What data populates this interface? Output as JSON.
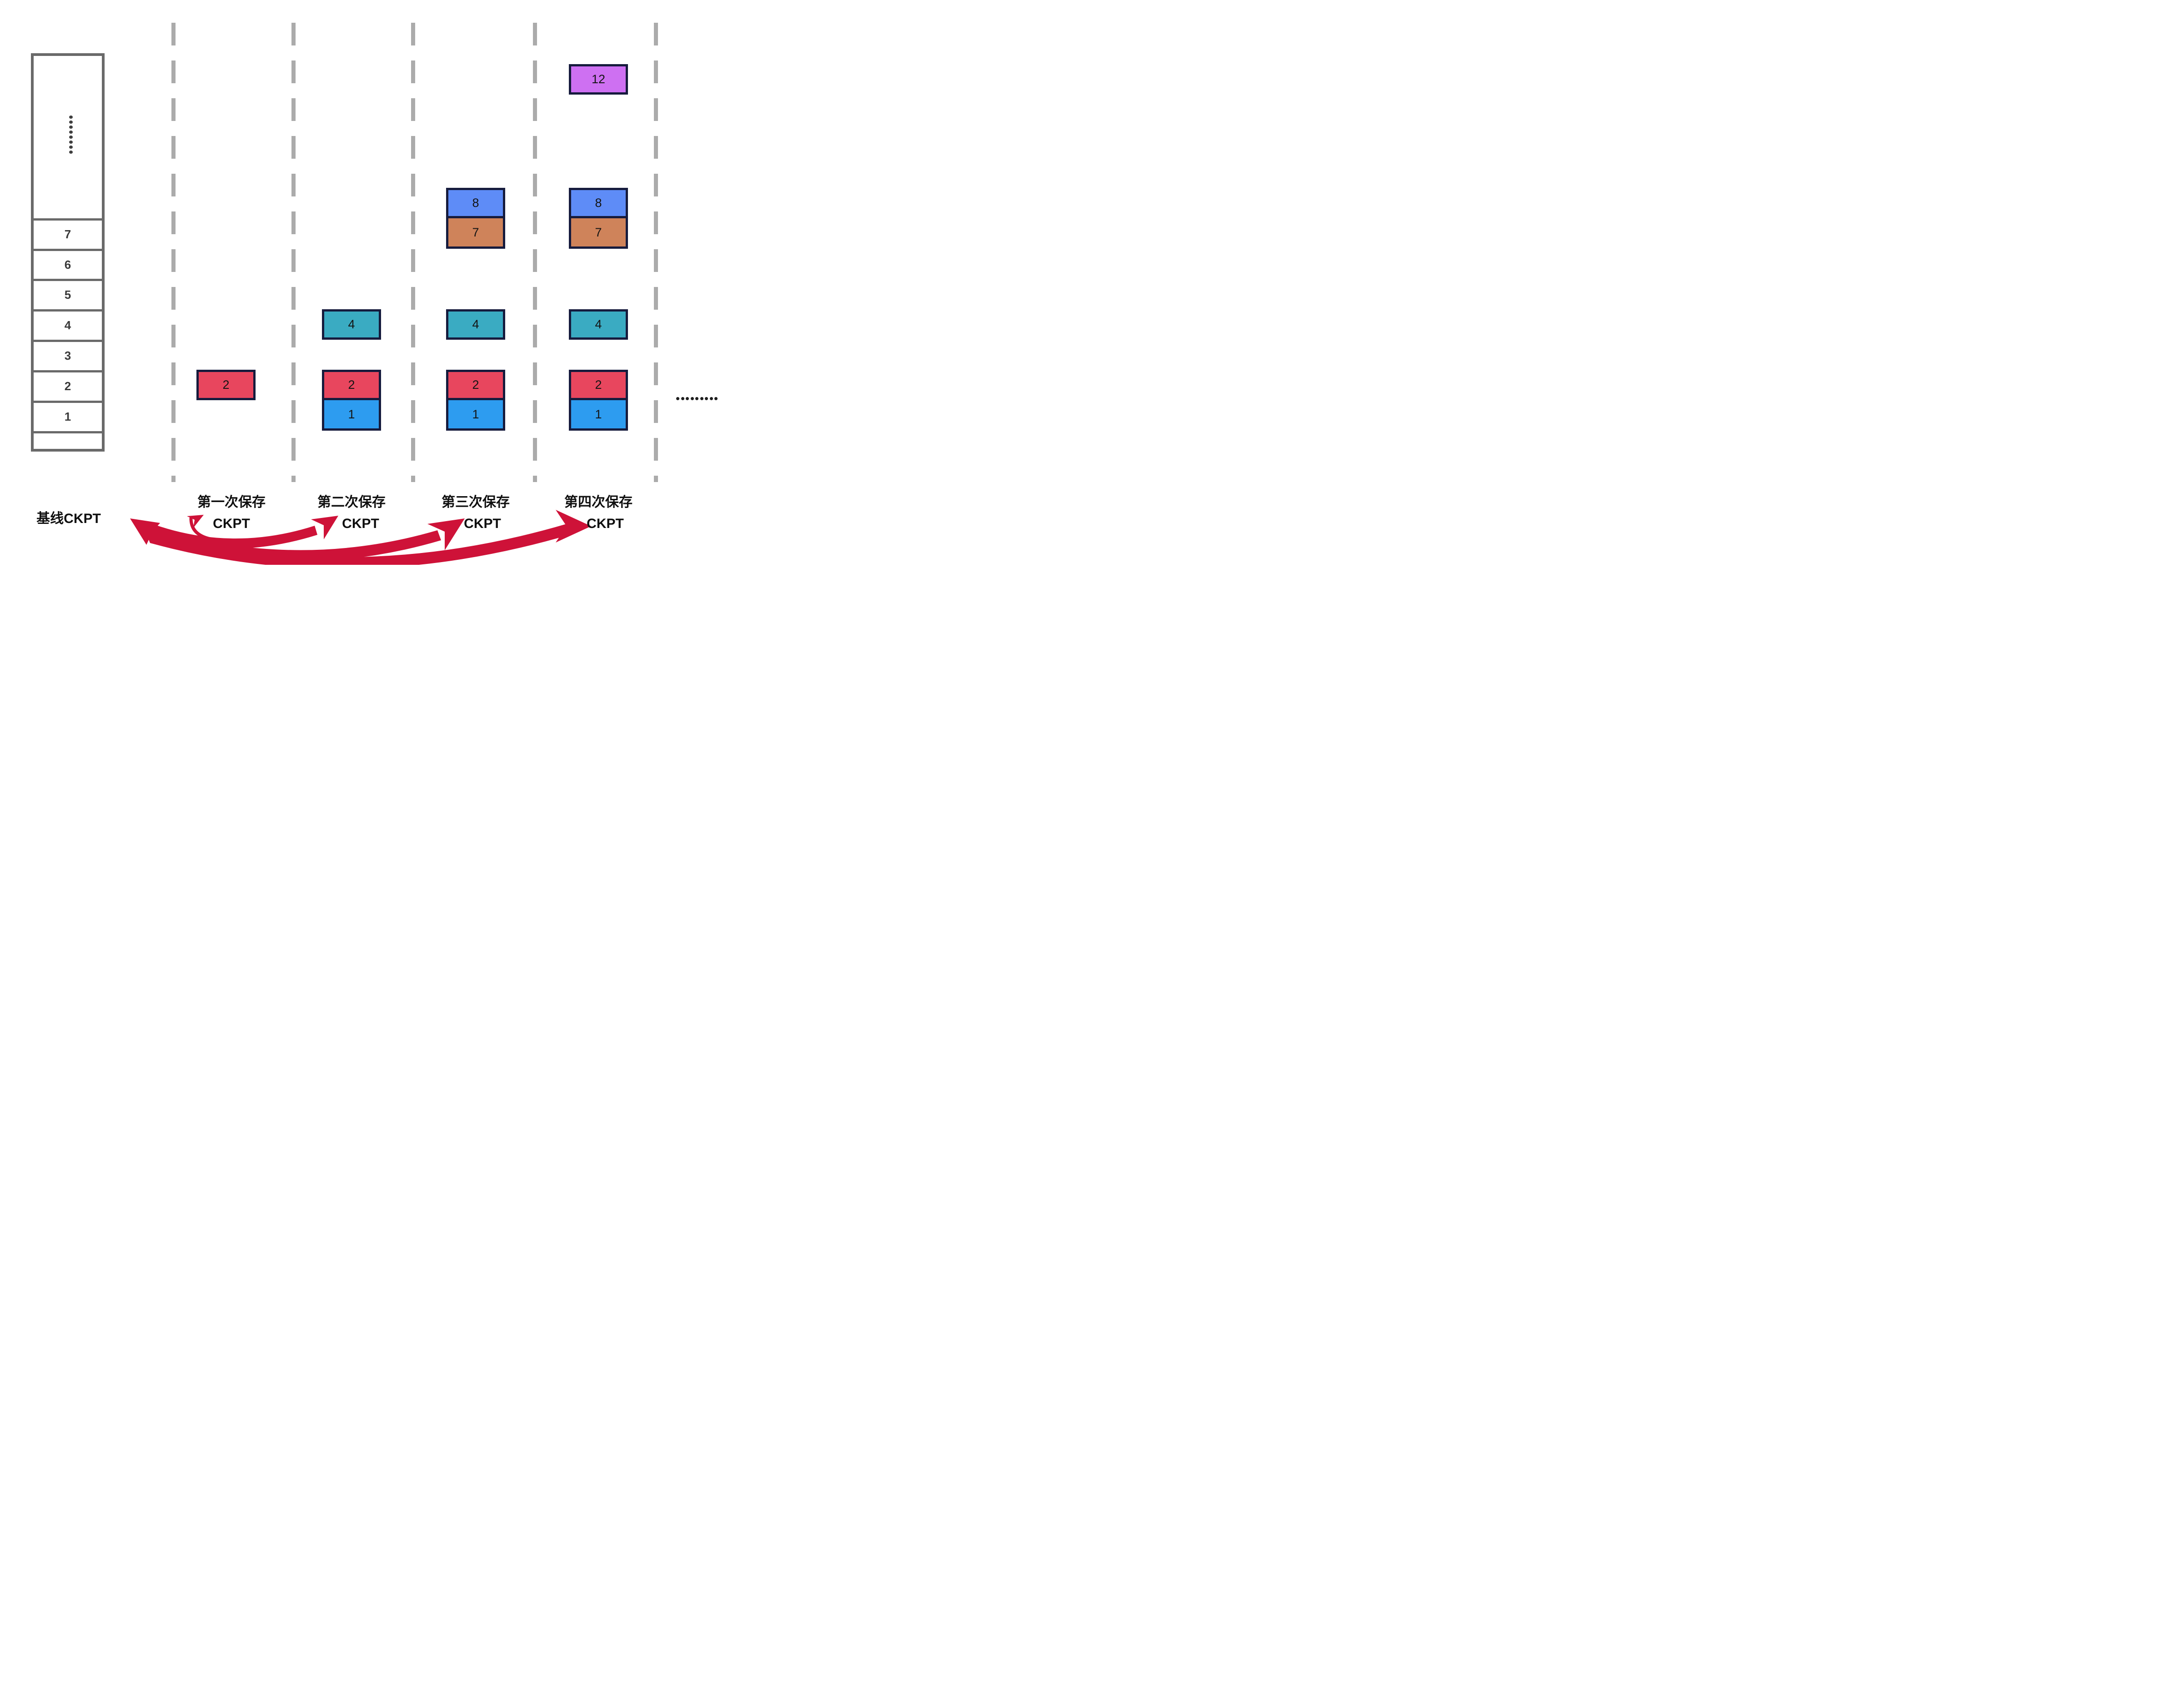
{
  "baseline": {
    "label": "基线CKPT",
    "cells": [
      "7",
      "6",
      "5",
      "4",
      "3",
      "2",
      "1"
    ],
    "dots_count": 8
  },
  "columns": [
    {
      "id": "save1",
      "line1": "第一次保存",
      "line2": "CKPT",
      "blocks": [
        {
          "value": "2",
          "row": "2"
        }
      ]
    },
    {
      "id": "save2",
      "line1": "第二次保存",
      "line2": "CKPT",
      "blocks": [
        {
          "value": "4",
          "row": "4"
        },
        {
          "value": "2",
          "row": "2"
        },
        {
          "value": "1",
          "row": "1"
        }
      ]
    },
    {
      "id": "save3",
      "line1": "第三次保存",
      "line2": "CKPT",
      "blocks": [
        {
          "value": "8",
          "row": "8"
        },
        {
          "value": "7",
          "row": "7"
        },
        {
          "value": "4",
          "row": "4"
        },
        {
          "value": "2",
          "row": "2"
        },
        {
          "value": "1",
          "row": "1"
        }
      ]
    },
    {
      "id": "save4",
      "line1": "第四次保存",
      "line2": "CKPT",
      "blocks": [
        {
          "value": "12",
          "row": "12"
        },
        {
          "value": "8",
          "row": "8"
        },
        {
          "value": "7",
          "row": "7"
        },
        {
          "value": "4",
          "row": "4"
        },
        {
          "value": "2",
          "row": "2"
        },
        {
          "value": "1",
          "row": "1"
        }
      ]
    }
  ],
  "right_ellipsis": {
    "dots_count": 9
  },
  "block_colors": {
    "1": "#2D9CF0",
    "2": "#E8465E",
    "4": "#3AABC2",
    "7": "#CF835A",
    "8": "#5E8CF7",
    "12": "#CE70F2"
  },
  "colors": {
    "cell_border": "#6A6A6A",
    "dash_gray": "#ABABAB",
    "block_border": "#161B3D",
    "arrow_red": "#CE1238",
    "label_text": "#0F0F0F"
  }
}
